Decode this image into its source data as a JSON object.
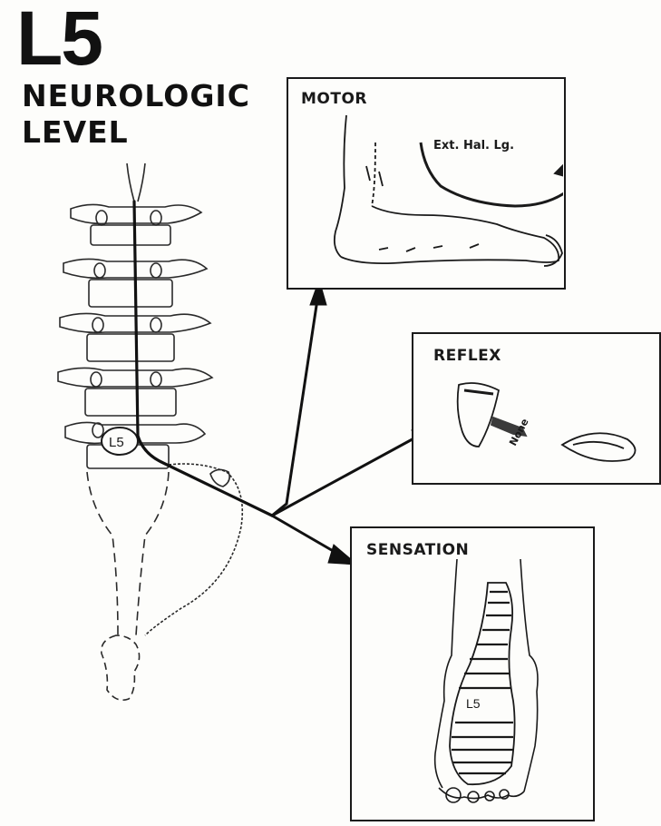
{
  "title": "L5",
  "subtitle_line1": "NEUROLOGIC",
  "subtitle_line2": "LEVEL",
  "spine_label": "L5",
  "panels": {
    "motor": {
      "label": "MOTOR",
      "muscle": "Ext. Hal. Lg."
    },
    "reflex": {
      "label": "REFLEX",
      "hammer_text": "None"
    },
    "sensation": {
      "label": "SENSATION",
      "dermatome": "L5"
    }
  },
  "icons": [
    "spine-illustration",
    "foot-extension-illustration",
    "reflex-hammer-illustration",
    "foot-dermatome-illustration"
  ]
}
